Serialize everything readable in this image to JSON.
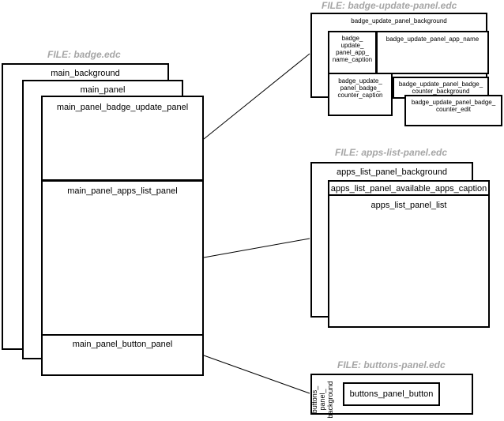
{
  "files": {
    "badge": "FILE: badge.edc",
    "badge_update": "FILE: badge-update-panel.edc",
    "apps_list": "FILE: apps-list-panel.edc",
    "buttons": "FILE: buttons-panel.edc"
  },
  "main": {
    "background": "main_background",
    "panel": "main_panel",
    "badge_update_panel": "main_panel_badge_update_panel",
    "apps_list_panel": "main_panel_apps_list_panel",
    "button_panel": "main_panel_button_panel"
  },
  "badge_update": {
    "background": "badge_update_panel_background",
    "app_name_caption_lines": [
      "badge_",
      "update_",
      "panel_app_",
      "name_caption"
    ],
    "app_name": "badge_update_panel_app_name",
    "counter_caption_lines": [
      "badge_update_",
      "panel_badge_",
      "counter_caption"
    ],
    "counter_background_lines": [
      "badge_update_panel_badge_",
      "counter_background"
    ],
    "counter_edit_lines": [
      "badge_update_panel_badge_",
      "counter_edit"
    ]
  },
  "apps_list": {
    "background": "apps_list_panel_background",
    "caption": "apps_list_panel_available_apps_caption",
    "list": "apps_list_panel_list"
  },
  "buttons": {
    "background_lines": [
      "buttons_",
      "panel_",
      "background"
    ],
    "button": "buttons_panel_button"
  }
}
